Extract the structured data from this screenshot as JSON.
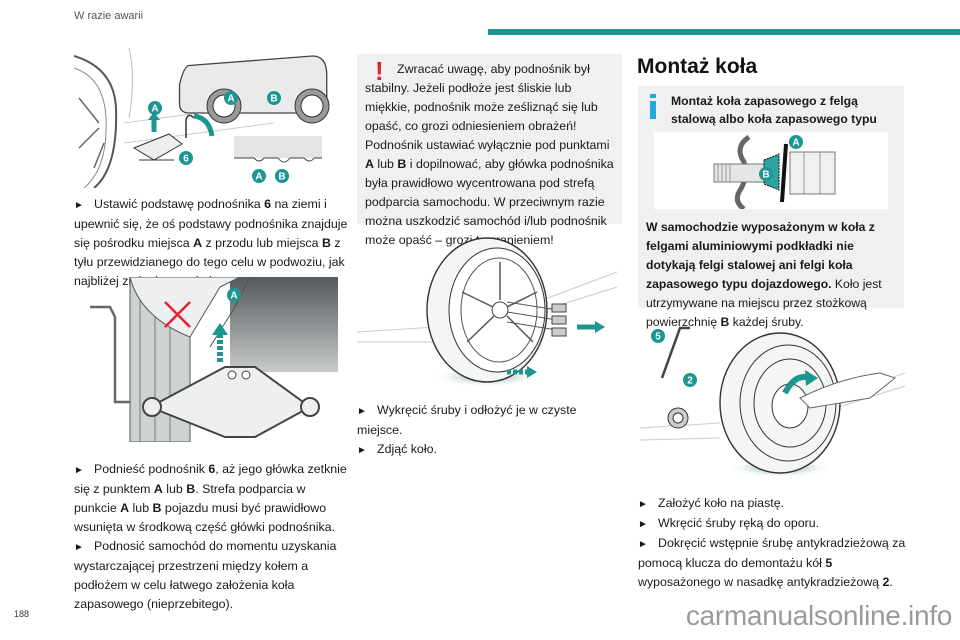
{
  "header": {
    "section_title": "W razie awarii",
    "accent_color": "#1d9591"
  },
  "footer": {
    "page_number": "188",
    "watermark": "carmanualsonline.info"
  },
  "figures": {
    "jack_position": {
      "labels": [
        "A",
        "A",
        "B",
        "6",
        "A",
        "B"
      ]
    },
    "jack_raise": {
      "labels": [
        "A"
      ]
    },
    "bolt_detail": {
      "labels": [
        "A",
        "B"
      ]
    },
    "spare_mount": {
      "labels": [
        "5",
        "2"
      ]
    }
  },
  "col1": {
    "para1": {
      "bullet": "►",
      "t1": "Ustawić podstawę podnośnika ",
      "b1": "6",
      "t2": " na ziemi i upewnić się, że oś podstawy podnośnika znajduje się pośrodku miejsca ",
      "b2": "A",
      "t3": " z przodu lub miejsca ",
      "b3": "B",
      "t4": " z tyłu przewidzianego do tego celu w podwoziu, jak najbliżej zmienianego koła."
    },
    "para2": {
      "bullet": "►",
      "t1": "Podnieść podnośnik ",
      "b1": "6",
      "t2": ", aż jego główka zetknie się z punktem ",
      "b2": "A",
      "t3": " lub ",
      "b3": "B",
      "t4": ". Strefa podparcia w punkcie ",
      "b4": "A",
      "t5": " lub ",
      "b5": "B",
      "t6": " pojazdu musi być prawidłowo wsunięta w środkową część główki podnośnika."
    },
    "para3": {
      "bullet": "►",
      "t1": "Podnosić samochód do momentu uzyskania wystarczającej przestrzeni między kołem a podłożem w celu łatwego założenia koła zapasowego (nieprzebitego)."
    }
  },
  "col2": {
    "warning": {
      "icon": "!",
      "line1": "Zwracać uwagę, aby podnośnik był stabilny. Jeżeli podłoże jest śliskie lub miękkie, podnośnik może ześliznąć się lub opaść, co grozi odniesieniem obrażeń!",
      "t1": "Podnośnik ustawiać wyłącznie pod punktami ",
      "b1": "A",
      "t2": " lub ",
      "b2": "B",
      "t3": " i dopilnować, aby główka podnośnika była prawidłowo wycentrowana pod strefą podparcia samochodu. W przeciwnym razie można uszkodzić samochód i/lub podnośnik może opaść – grozi to zranieniem!"
    },
    "steps": [
      {
        "bullet": "►",
        "text": "Wykręcić śruby i odłożyć je w czyste miejsce."
      },
      {
        "bullet": "►",
        "text": "Zdjąć koło."
      }
    ]
  },
  "col3": {
    "heading": "Montaż koła",
    "info": {
      "title": "Montaż koła zapasowego z felgą stalową albo koła zapasowego typu dojazdowego",
      "b1": "W samochodzie wyposażonym w koła z felgami aluminiowymi podkładki nie dotykają felgi stalowej ani felgi koła zapasowego typu dojazdowego.",
      "t1": " Koło jest utrzymywane na miejscu przez stożkową powierzchnię ",
      "b2": "B",
      "t2": " każdej śruby."
    },
    "steps": [
      {
        "bullet": "►",
        "text": "Założyć koło na piastę."
      },
      {
        "bullet": "►",
        "text": "Wkręcić śruby ręką do oporu."
      }
    ],
    "step3": {
      "bullet": "►",
      "t1": "Dokręcić wstępnie śrubę antykradzieżową za pomocą klucza do demontażu kół ",
      "b1": "5",
      "t2": " wyposażonego w nasadkę antykradzieżową ",
      "b2": "2",
      "t3": "."
    }
  }
}
